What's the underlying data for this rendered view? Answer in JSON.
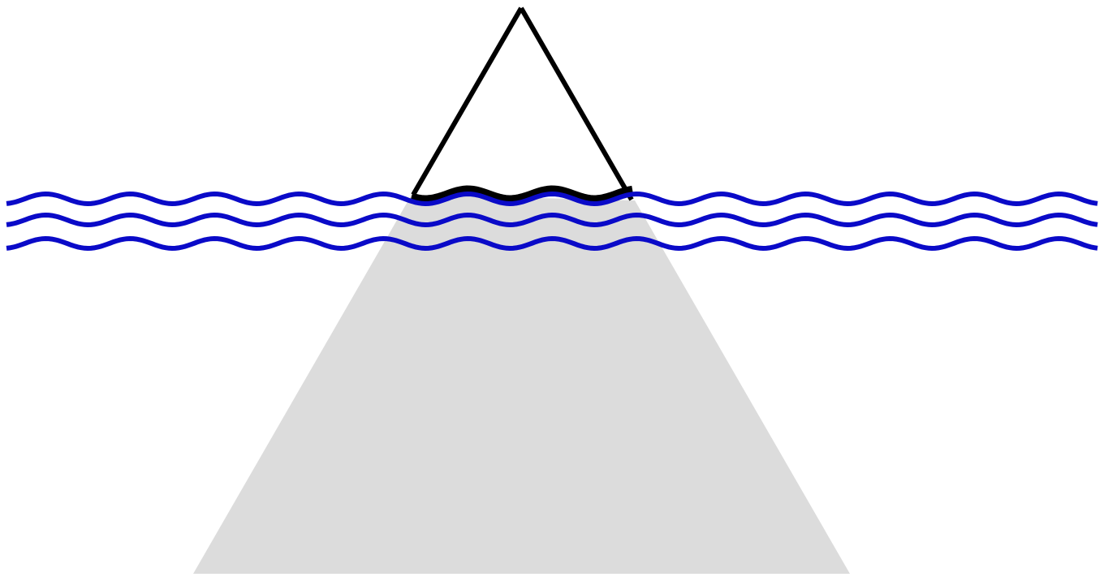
{
  "colors": {
    "background": "#ffffff",
    "iceberg_fill": "#dcdcdc",
    "iceberg_outline": "#000000",
    "water": "#0a0ac8"
  },
  "diagram": {
    "type": "iceberg",
    "parts": [
      "iceberg-tip",
      "iceberg-submerged",
      "water-surface-waves"
    ],
    "wave_line_count": 3
  }
}
